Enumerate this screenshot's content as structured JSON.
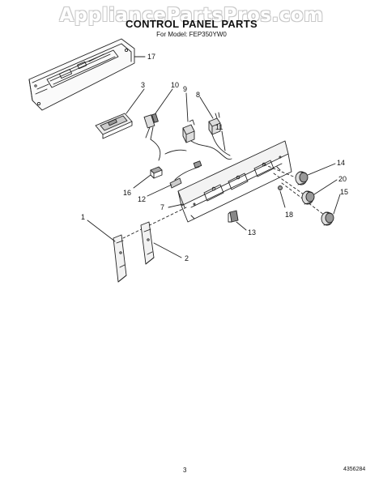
{
  "watermark": "AppliancePartsPros.com",
  "header": {
    "title": "CONTROL PANEL PARTS",
    "subtitle": "For Model: FEP350YW0"
  },
  "callouts": {
    "p17": "17",
    "p3": "3",
    "p10": "10",
    "p9": "9",
    "p8": "8",
    "p11": "11",
    "p14": "14",
    "p20": "20",
    "p15": "15",
    "p16": "16",
    "p12": "12",
    "p7": "7",
    "p18": "18",
    "p13": "13",
    "p1": "1",
    "p2": "2"
  },
  "footer": {
    "page_number": "3",
    "doc_number": "4356284"
  }
}
